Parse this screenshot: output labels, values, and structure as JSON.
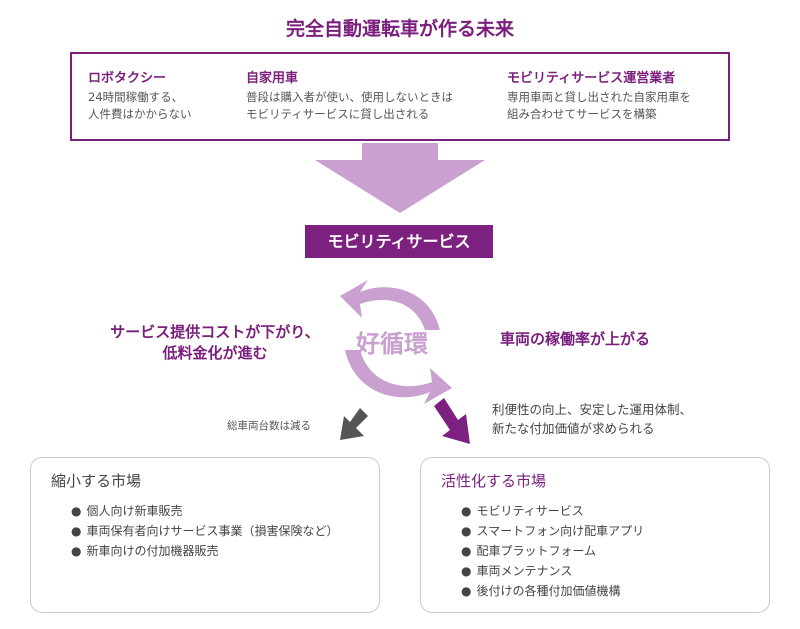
{
  "title": "完全自動運転車が作る未来",
  "top_columns": [
    {
      "heading": "ロボタクシー",
      "lines": [
        "24時間稼働する、",
        "人件費はかからない"
      ]
    },
    {
      "heading": "自家用車",
      "lines": [
        "普段は購入者が使い、使用しないときは",
        "モビリティサービスに貸し出される"
      ]
    },
    {
      "heading": "モビリティサービス運営業者",
      "lines": [
        "専用車両と貸し出された自家用車を",
        "組み合わせてサービスを構築"
      ]
    }
  ],
  "service_label": "モビリティサービス",
  "cycle": {
    "center": "好循環",
    "left": [
      "サービス提供コストが下がり、",
      "低料金化が進む"
    ],
    "right": "車両の稼働率が上がる"
  },
  "left_arrow_note": "総車両台数は減る",
  "right_arrow_note": [
    "利便性の向上、安定した運用体制、",
    "新たな付加価値が求められる"
  ],
  "shrinking_market": {
    "title": "縮小する市場",
    "items": [
      "個人向け新車販売",
      "車両保有者向けサービス事業（損害保険など）",
      "新車向けの付加機器販売"
    ]
  },
  "growing_market": {
    "title": "活性化する市場",
    "items": [
      "モビリティサービス",
      "スマートフォン向け配車アプリ",
      "配車プラットフォーム",
      "車両メンテナンス",
      "後付けの各種付加価値機構"
    ]
  },
  "colors": {
    "purple": "#7b1f7e",
    "lavender": "#c9a0cf",
    "gray": "#555555"
  }
}
